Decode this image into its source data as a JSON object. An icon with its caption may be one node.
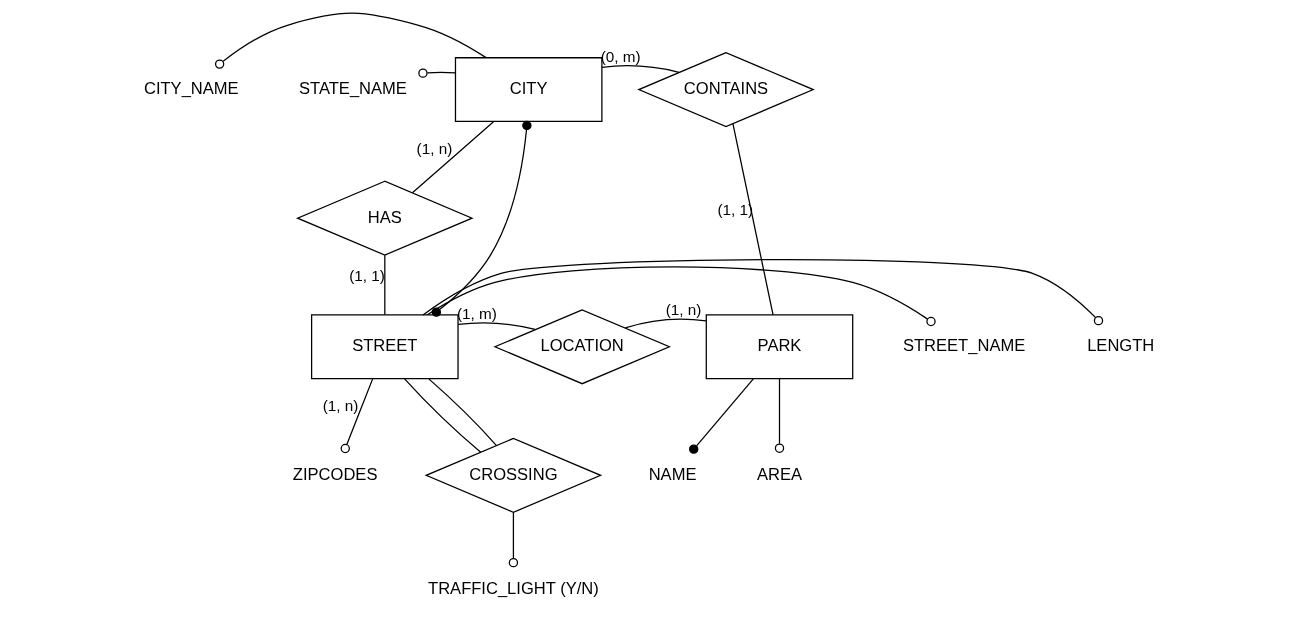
{
  "diagram": {
    "nodes": [
      {
        "text": [
          "CITY_NAME"
        ]
      },
      {
        "text": [
          "STATE_NAME"
        ]
      },
      {
        "text": [
          "CITY"
        ]
      },
      {
        "text": [
          "CONTAINS"
        ]
      },
      {
        "text": [
          "HAS"
        ]
      },
      {
        "text": [
          "STREET_NAME"
        ]
      },
      {
        "text": [
          "LENGTH"
        ]
      },
      {
        "text": [
          "STREET"
        ]
      },
      {
        "text": [
          "LOCATION"
        ]
      },
      {
        "text": [
          "PARK"
        ]
      },
      {
        "text": [
          "ZIPCODES"
        ]
      },
      {
        "text": [
          "CROSSING"
        ]
      },
      {
        "text": [
          "NAME"
        ]
      },
      {
        "text": [
          "AREA"
        ]
      },
      {
        "text": [
          "TRAFFIC_LIGHT (Y/N)"
        ]
      }
    ],
    "edges": [
      {
        "from": 2,
        "to": 0,
        "arrow": "other"
      },
      {
        "from": 2,
        "to": 1,
        "arrow": "other"
      },
      {
        "from": 2,
        "to": 3,
        "arrow": "none",
        "label": "(0, m)"
      },
      {
        "from": 3,
        "to": 9,
        "arrow": "none",
        "label": "(1, 1)"
      },
      {
        "from": 2,
        "to": 4,
        "arrow": "none",
        "label": "(1, n)"
      },
      {
        "from": 4,
        "to": 7,
        "arrow": "none",
        "label": "(1, 1)"
      },
      {
        "from": 2,
        "to": 7,
        "arrow": "other"
      },
      {
        "from": 7,
        "to": 5,
        "arrow": "other"
      },
      {
        "from": 7,
        "to": 6,
        "arrow": "other"
      },
      {
        "from": 7,
        "to": 10,
        "arrow": "other",
        "label": "(1, n)"
      },
      {
        "from": 7,
        "to": 8,
        "arrow": "none",
        "label": "(1, m)"
      },
      {
        "from": 8,
        "to": 9,
        "arrow": "none",
        "label": "(1, n)"
      },
      {
        "from": 7,
        "to": 11,
        "arrow": "none"
      },
      {
        "from": 7,
        "to": 11,
        "arrow": "none"
      },
      {
        "from": 11,
        "to": 14,
        "arrow": "other"
      },
      {
        "from": 9,
        "to": 12,
        "arrow": "other"
      },
      {
        "from": 9,
        "to": 13,
        "arrow": "other"
      }
    ]
  }
}
